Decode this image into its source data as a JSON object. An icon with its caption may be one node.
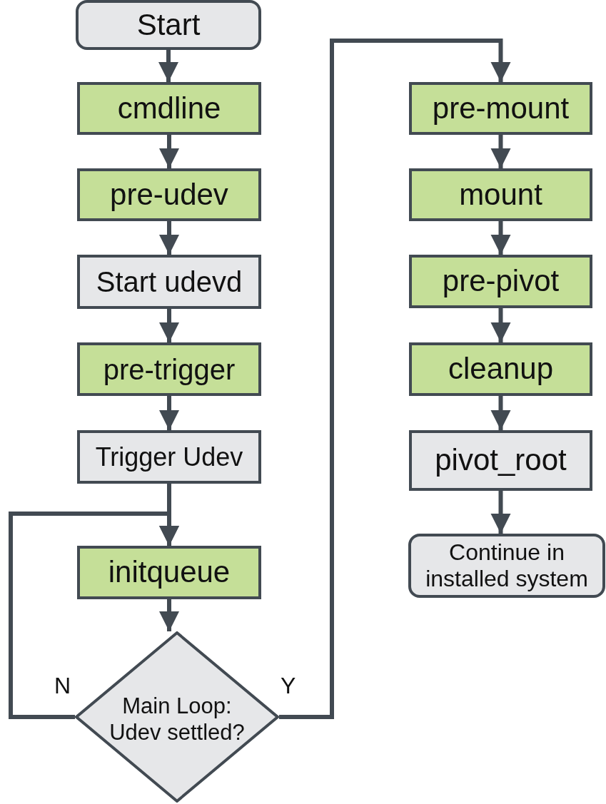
{
  "diagram": {
    "nodes": [
      {
        "text": [
          "Start"
        ]
      },
      {
        "text": [
          "cmdline"
        ]
      },
      {
        "text": [
          "pre-udev"
        ]
      },
      {
        "text": [
          "Start udevd"
        ]
      },
      {
        "text": [
          "pre-trigger"
        ]
      },
      {
        "text": [
          "Trigger Udev"
        ]
      },
      {
        "text": [
          "initqueue"
        ]
      },
      {
        "text": [
          "Main Loop: Udev settled?"
        ]
      },
      {
        "text": [
          "pre-mount"
        ]
      },
      {
        "text": [
          "mount"
        ]
      },
      {
        "text": [
          "pre-pivot"
        ]
      },
      {
        "text": [
          "cleanup"
        ]
      },
      {
        "text": [
          "pivot_root"
        ]
      },
      {
        "text": [
          "Continue in installed system"
        ]
      }
    ],
    "edges": [
      {
        "from": 0,
        "to": 1,
        "arrow": "to"
      },
      {
        "from": 1,
        "to": 2,
        "arrow": "to"
      },
      {
        "from": 2,
        "to": 3,
        "arrow": "to"
      },
      {
        "from": 3,
        "to": 4,
        "arrow": "to"
      },
      {
        "from": 4,
        "to": 5,
        "arrow": "to"
      },
      {
        "from": 5,
        "to": 6,
        "arrow": "to"
      },
      {
        "from": 6,
        "to": 7,
        "arrow": "to"
      },
      {
        "from": 7,
        "to": 6,
        "arrow": "to",
        "label": "N"
      },
      {
        "from": 7,
        "to": 8,
        "arrow": "to",
        "label": "Y"
      },
      {
        "from": 8,
        "to": 9,
        "arrow": "to"
      },
      {
        "from": 9,
        "to": 10,
        "arrow": "to"
      },
      {
        "from": 10,
        "to": 11,
        "arrow": "to"
      },
      {
        "from": 11,
        "to": 12,
        "arrow": "to"
      },
      {
        "from": 12,
        "to": 13,
        "arrow": "to"
      }
    ]
  }
}
